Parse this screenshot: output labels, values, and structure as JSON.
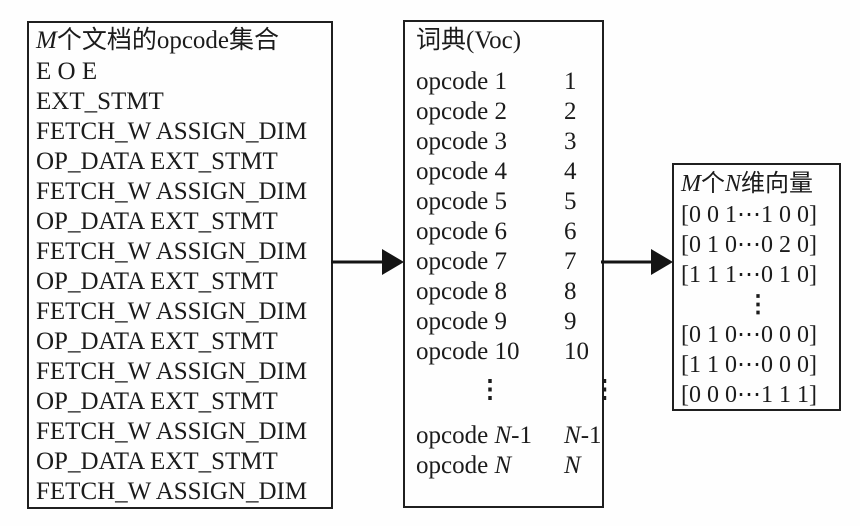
{
  "colors": {
    "background": "#fefefe",
    "border": "#1f1f1f",
    "text": "#1b1b1b",
    "arrow": "#141414"
  },
  "left_box": {
    "title_segments": [
      {
        "text": "M",
        "italic": true
      },
      {
        "text": "个文档的opcode集合",
        "italic": false
      }
    ],
    "lines": [
      "E O E",
      "EXT_STMT",
      "FETCH_W ASSIGN_DIM",
      "OP_DATA EXT_STMT",
      "FETCH_W ASSIGN_DIM",
      "OP_DATA EXT_STMT",
      "FETCH_W ASSIGN_DIM",
      "OP_DATA EXT_STMT",
      "FETCH_W ASSIGN_DIM",
      "OP_DATA EXT_STMT",
      "FETCH_W ASSIGN_DIM",
      "OP_DATA EXT_STMT",
      "FETCH_W ASSIGN_DIM",
      "OP_DATA EXT_STMT",
      "FETCH_W ASSIGN_DIM"
    ]
  },
  "middle_box": {
    "title": "词典(Voc)",
    "rows": [
      {
        "name": [
          {
            "text": "opcode 1"
          }
        ],
        "num": [
          {
            "text": "1"
          }
        ]
      },
      {
        "name": [
          {
            "text": "opcode 2"
          }
        ],
        "num": [
          {
            "text": "2"
          }
        ]
      },
      {
        "name": [
          {
            "text": "opcode 3"
          }
        ],
        "num": [
          {
            "text": "3"
          }
        ]
      },
      {
        "name": [
          {
            "text": "opcode 4"
          }
        ],
        "num": [
          {
            "text": "4"
          }
        ]
      },
      {
        "name": [
          {
            "text": "opcode 5"
          }
        ],
        "num": [
          {
            "text": "5"
          }
        ]
      },
      {
        "name": [
          {
            "text": "opcode 6"
          }
        ],
        "num": [
          {
            "text": "6"
          }
        ]
      },
      {
        "name": [
          {
            "text": "opcode 7"
          }
        ],
        "num": [
          {
            "text": "7"
          }
        ]
      },
      {
        "name": [
          {
            "text": "opcode 8"
          }
        ],
        "num": [
          {
            "text": "8"
          }
        ]
      },
      {
        "name": [
          {
            "text": "opcode 9"
          }
        ],
        "num": [
          {
            "text": "9"
          }
        ]
      },
      {
        "name": [
          {
            "text": "opcode 10"
          }
        ],
        "num": [
          {
            "text": "10"
          }
        ]
      },
      {
        "ellipsis": true,
        "name": [
          {
            "text": "⋮"
          }
        ],
        "num": [
          {
            "text": "⋮"
          }
        ]
      },
      {
        "name": [
          {
            "text": "opcode "
          },
          {
            "text": "N",
            "italic": true
          },
          {
            "text": "-1"
          }
        ],
        "num": [
          {
            "text": "N",
            "italic": true
          },
          {
            "text": "-1"
          }
        ]
      },
      {
        "name": [
          {
            "text": "opcode "
          },
          {
            "text": "N",
            "italic": true
          }
        ],
        "num": [
          {
            "text": "N",
            "italic": true
          }
        ]
      }
    ]
  },
  "right_box": {
    "title_segments": [
      {
        "text": "M",
        "italic": true
      },
      {
        "text": "个",
        "italic": false
      },
      {
        "text": "N",
        "italic": true
      },
      {
        "text": "维向量",
        "italic": false
      }
    ],
    "rows": [
      "[0 0 1⋯1 0 0]",
      "[0 1 0⋯0 2 0]",
      "[1 1 1⋯0 1 0]",
      "⋮",
      "[0 1 0⋯0 0 0]",
      "[1 1 0⋯0 0 0]",
      "[0 0 0⋯1 1 1]"
    ]
  },
  "arrows": [
    {
      "name": "documents-to-dictionary"
    },
    {
      "name": "dictionary-to-vectors"
    }
  ]
}
